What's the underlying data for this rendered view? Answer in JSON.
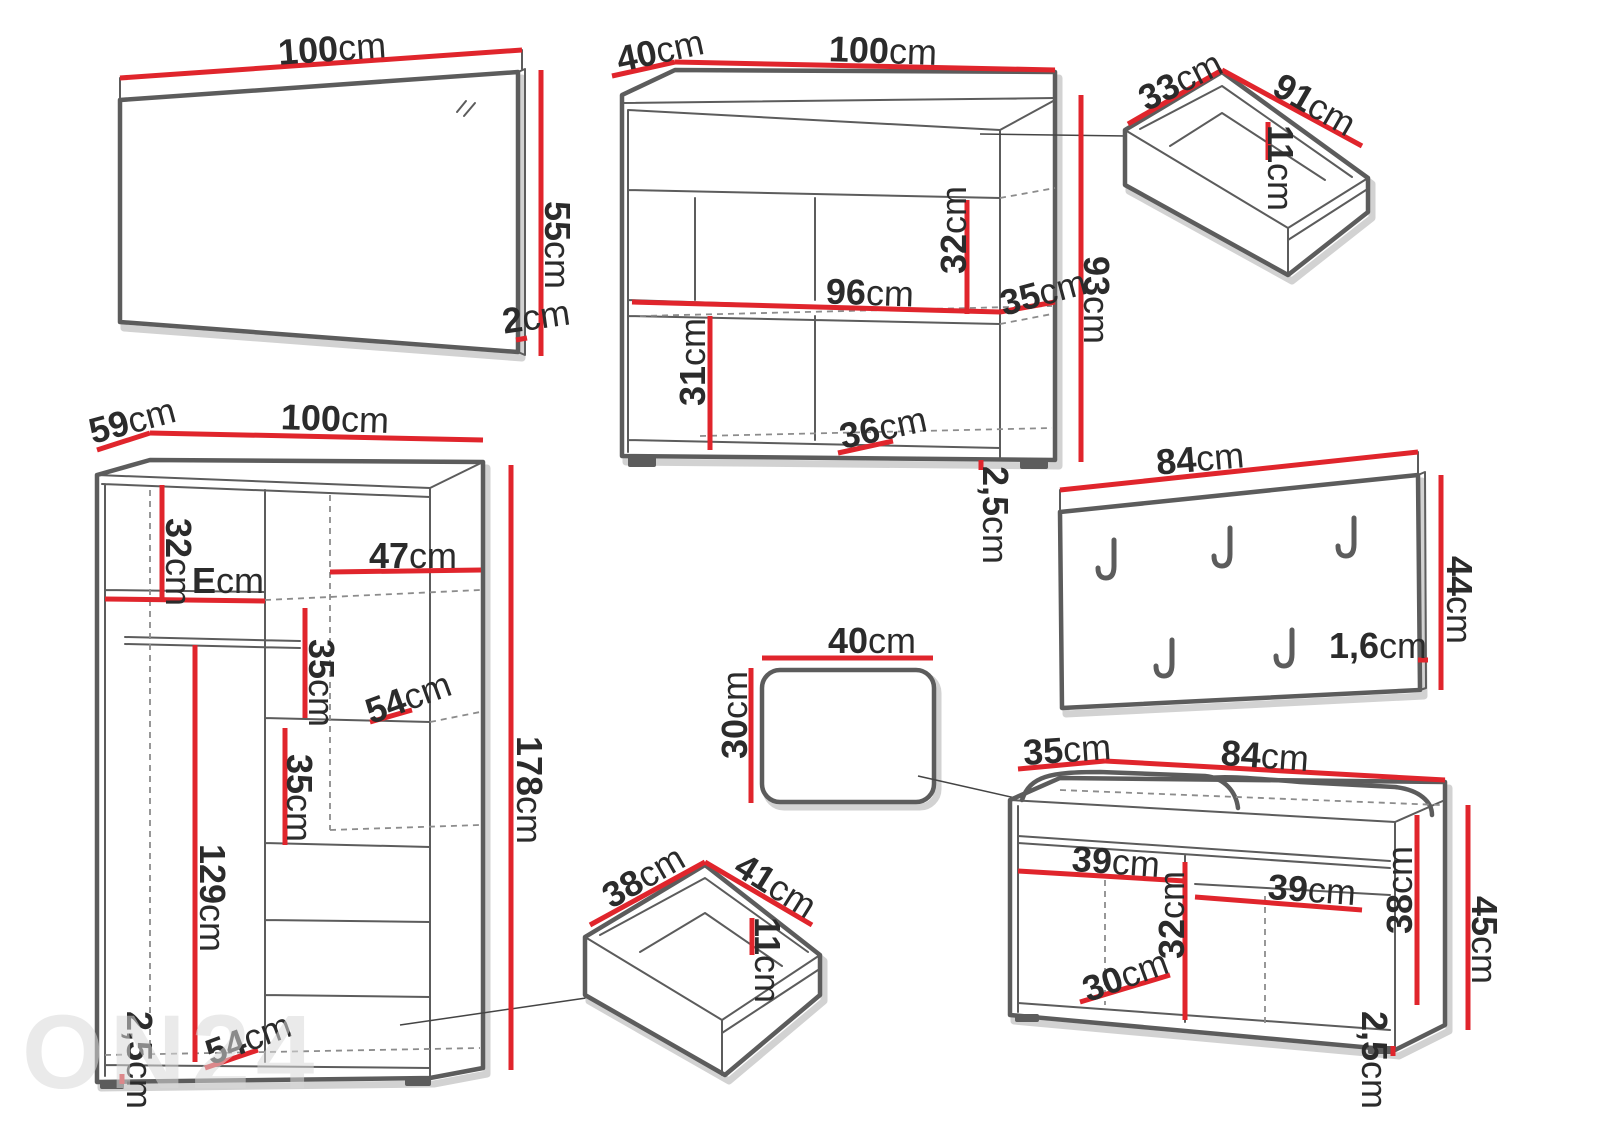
{
  "colors": {
    "outline": "#5c5c5c",
    "dimension": "#e0252c",
    "text": "#2b2b2b",
    "shadow": "#d2d2d2",
    "watermark": "#d9d9d9"
  },
  "watermark": "ON24",
  "mirror": {
    "width": "100cm",
    "height": "55cm",
    "thickness": "2cm"
  },
  "dresser": {
    "depth": "40cm",
    "width": "100cm",
    "drawer_height": "32cm",
    "inner_width": "96cm",
    "inner_depth": "35cm",
    "height": "93cm",
    "shelf_height": "31cm",
    "compartment_width": "36cm",
    "leg_height": "2,5cm"
  },
  "dresser_drawer": {
    "depth": "33cm",
    "width": "91cm",
    "height": "11cm"
  },
  "wardrobe": {
    "depth": "59cm",
    "width": "100cm",
    "top_shelf_height": "32cm",
    "top_shelf_width": "Ecm",
    "shelf_width": "47cm",
    "upper_shelf_height": "35cm",
    "shelf_depth": "54cm",
    "lower_shelf_height": "35cm",
    "height": "178cm",
    "hanging_height": "129cm",
    "leg_height": "2,5cm",
    "inner_depth": "54cm"
  },
  "wardrobe_drawer": {
    "depth": "38cm",
    "width": "41cm",
    "height": "11cm"
  },
  "coat_rack": {
    "width": "84cm",
    "height": "44cm",
    "thickness": "1,6cm"
  },
  "cushion": {
    "width": "40cm",
    "depth": "30cm"
  },
  "bench": {
    "depth": "35cm",
    "width": "84cm",
    "left_width": "39cm",
    "right_width": "39cm",
    "compartment_height": "32cm",
    "compartment_depth": "30cm",
    "inner_height": "38cm",
    "height": "45cm",
    "leg_height": "2,5cm"
  }
}
